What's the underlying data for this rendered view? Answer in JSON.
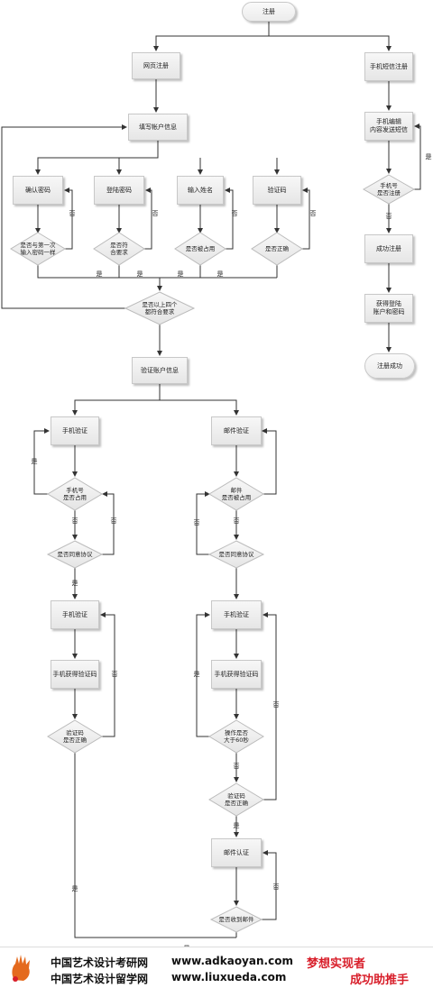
{
  "nodes": {
    "start": "注册",
    "web_reg": "网页注册",
    "fill_info": "填写帐户信息",
    "confirm_pwd": "确认密码",
    "login_pwd": "登陆密码",
    "input_name": "输入姓名",
    "captcha": "验证码",
    "d_same_pwd": "是否与第一次\n输入密码一样",
    "d_pwd_req": "是否符\n合要求",
    "d_name_used": "是否被占用",
    "d_captcha_ok": "是否正确",
    "d_all_ok": "是否以上四个\n都符合要求",
    "verify_info": "验证账户信息",
    "phone_verify": "手机验证",
    "email_verify": "邮件验证",
    "d_phone_used": "手机号\n是否占用",
    "d_email_used": "邮件\n是否被占用",
    "d_agree_left": "是否同意协议",
    "d_agree_right": "是否同意协议",
    "phone_verify2": "手机验证",
    "phone_verify3": "手机验证",
    "phone_get_code_left": "手机获得验证码",
    "phone_get_code_right": "手机获得验证码",
    "d_code_left": "验证码\n是否正确",
    "d_op_60s": "操作是否\n大于60秒",
    "d_code_right": "验证码\n是否正确",
    "email_auth": "邮件认证",
    "d_email_recv": "是否收到邮件",
    "sms_reg": "手机短信注册",
    "phone_edit": "手机编辑\n内容发送短信",
    "d_phone_reg": "手机号\n是否注册",
    "reg_ok": "成功注册",
    "get_account": "获得登陆\n账户和密码",
    "reg_success": "注册成功"
  },
  "labels": {
    "yes": "是",
    "no": "否"
  },
  "footer": {
    "line1": "中国艺术设计考研网",
    "line2": "中国艺术设计留学网",
    "url1": "www.adkaoyan.com",
    "url2": "www.liuxueda.com",
    "slogan1": "梦想实现者",
    "slogan2": "成功助推手"
  }
}
